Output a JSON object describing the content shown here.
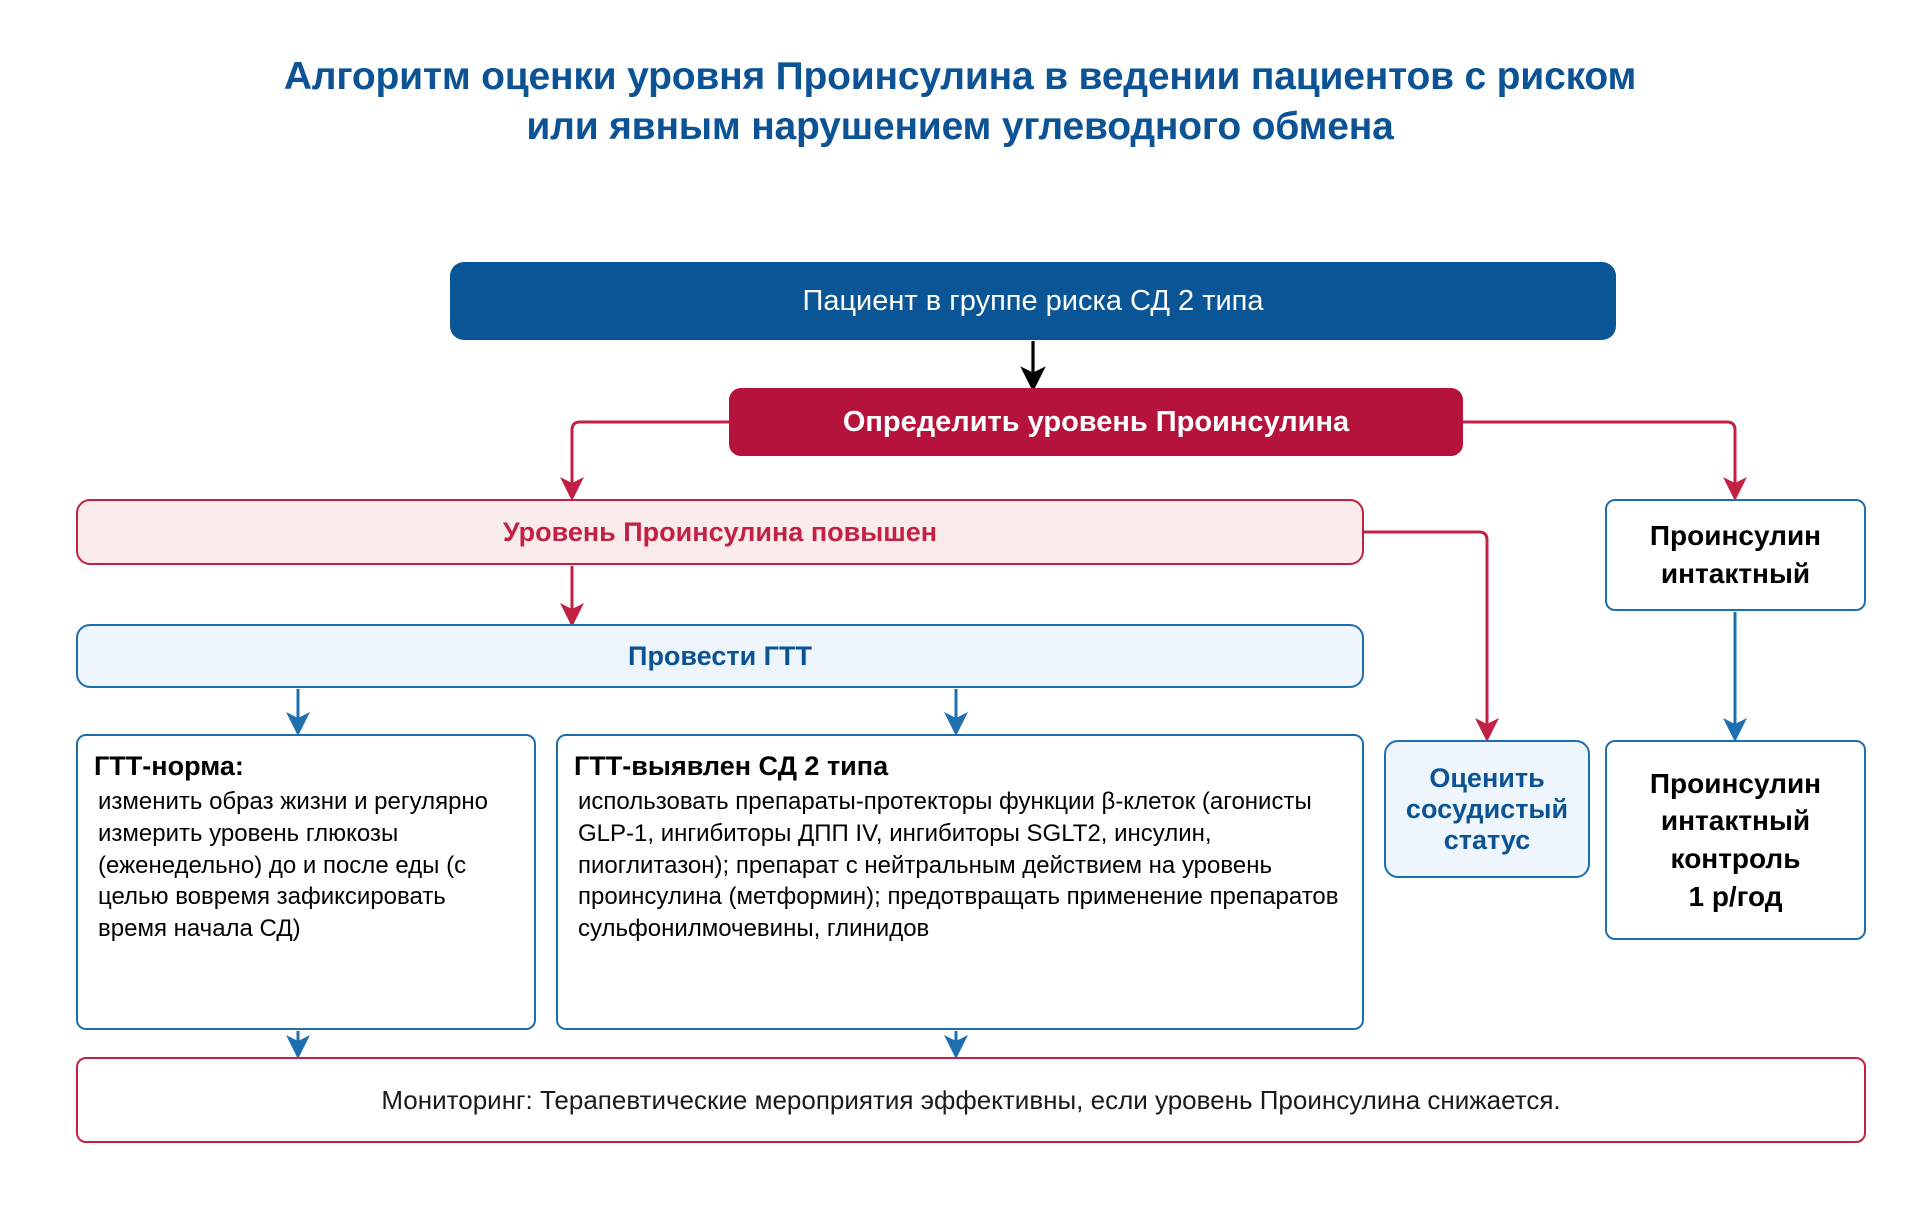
{
  "title": {
    "line1": "Алгоритм оценки уровня Проинсулина в ведении пациентов с риском",
    "line2": "или явным нарушением углеводного обмена"
  },
  "colors": {
    "title_blue": "#0b5394",
    "solid_blue": "#0a5596",
    "solid_red": "#b5123c",
    "outline_red": "#c22144",
    "pink_fill": "#fbecec",
    "outline_blue": "#1e6fb0",
    "lightblue_fill": "#eef5fc",
    "arrow_black": "#000000"
  },
  "nodes": {
    "patient": {
      "label": "Пациент в группе риска СД 2 типа"
    },
    "determine": {
      "label": "Определить уровень Проинсулина"
    },
    "elevated": {
      "label": "Уровень Проинсулина повышен"
    },
    "intact": {
      "label": "Проинсулин\nинтактный"
    },
    "ogtt": {
      "label": "Провести ГТТ"
    },
    "norm": {
      "header": "ГТТ-норма:",
      "body": "изменить образ жизни и регулярно измерить уровень глюкозы (еженедельно) до и после еды (с целью вовремя зафиксировать время начала СД)"
    },
    "diabetes": {
      "header": "ГТТ-выявлен СД 2 типа",
      "body": "использовать препараты-протекторы функции β-клеток (агонисты GLP-1, ингибиторы ДПП IV, ингибиторы SGLT2, инсулин, пиоглитазон); препарат с нейтральным действием на уровень проинсулина (метформин); предотвращать применение препаратов сульфонилмочевины, глинидов"
    },
    "vascular": {
      "label": "Оценить\nсосудистый\nстатус"
    },
    "control": {
      "label": "Проинсулин\nинтактный\nконтроль\n1 р/год"
    },
    "monitoring": {
      "label": "Мониторинг: Терапевтические мероприятия эффективны, если уровень Проинсулина снижается."
    }
  }
}
